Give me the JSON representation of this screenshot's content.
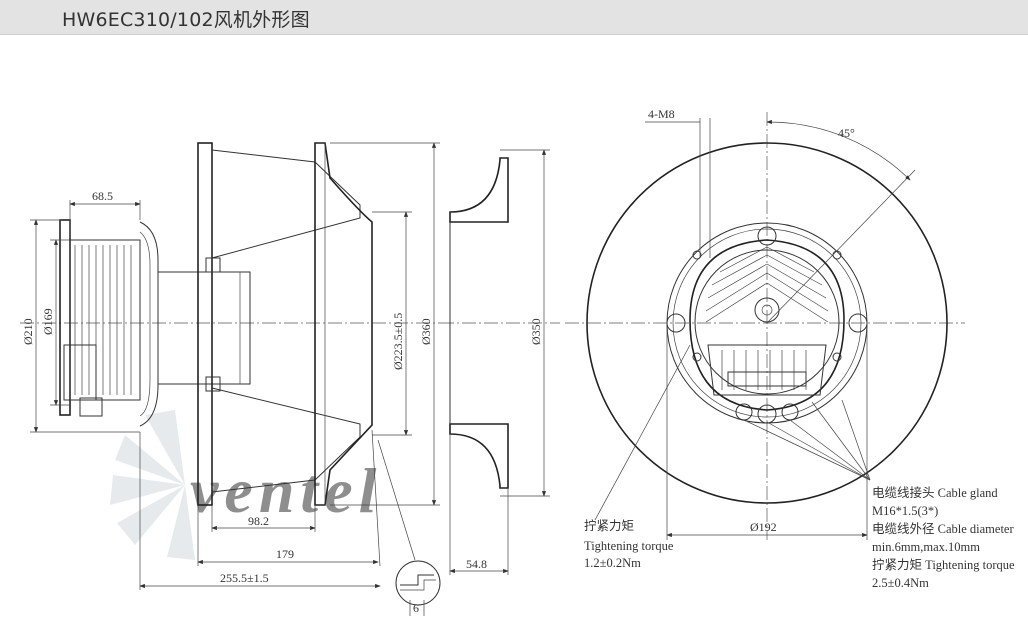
{
  "title": "HW6EC310/102风机外形图",
  "watermark": "ventel",
  "side_view": {
    "dims": {
      "d_motor_len": "68.5",
      "d_210": "Ø210",
      "d_169": "Ø169",
      "d_223": "Ø223.5±0.5",
      "d_360": "Ø360",
      "d_98": "98.2",
      "d_179": "179",
      "d_255": "255.5±1.5",
      "d_6": "6"
    }
  },
  "inlet_ring": {
    "dims": {
      "d_350": "Ø350",
      "d_54": "54.8"
    }
  },
  "front_view": {
    "dims": {
      "d_4m8": "4-M8",
      "d_45": "45°",
      "d_192": "Ø192"
    },
    "notes": {
      "torque_cn": "拧紧力矩",
      "torque_en": "Tightening torque",
      "torque_val": "1.2±0.2Nm",
      "gland_1": "电缆线接头 Cable gland",
      "gland_2": "M16*1.5(3*)",
      "cable_1": "电缆线外径 Cable diameter",
      "cable_2": "min.6mm,max.10mm",
      "torque2_1": "拧紧力矩 Tightening torque",
      "torque2_2": "2.5±0.4Nm"
    }
  },
  "colors": {
    "line": "#333333",
    "title_bg": "#e3e3e3",
    "watermark": "#cfd6dd"
  }
}
